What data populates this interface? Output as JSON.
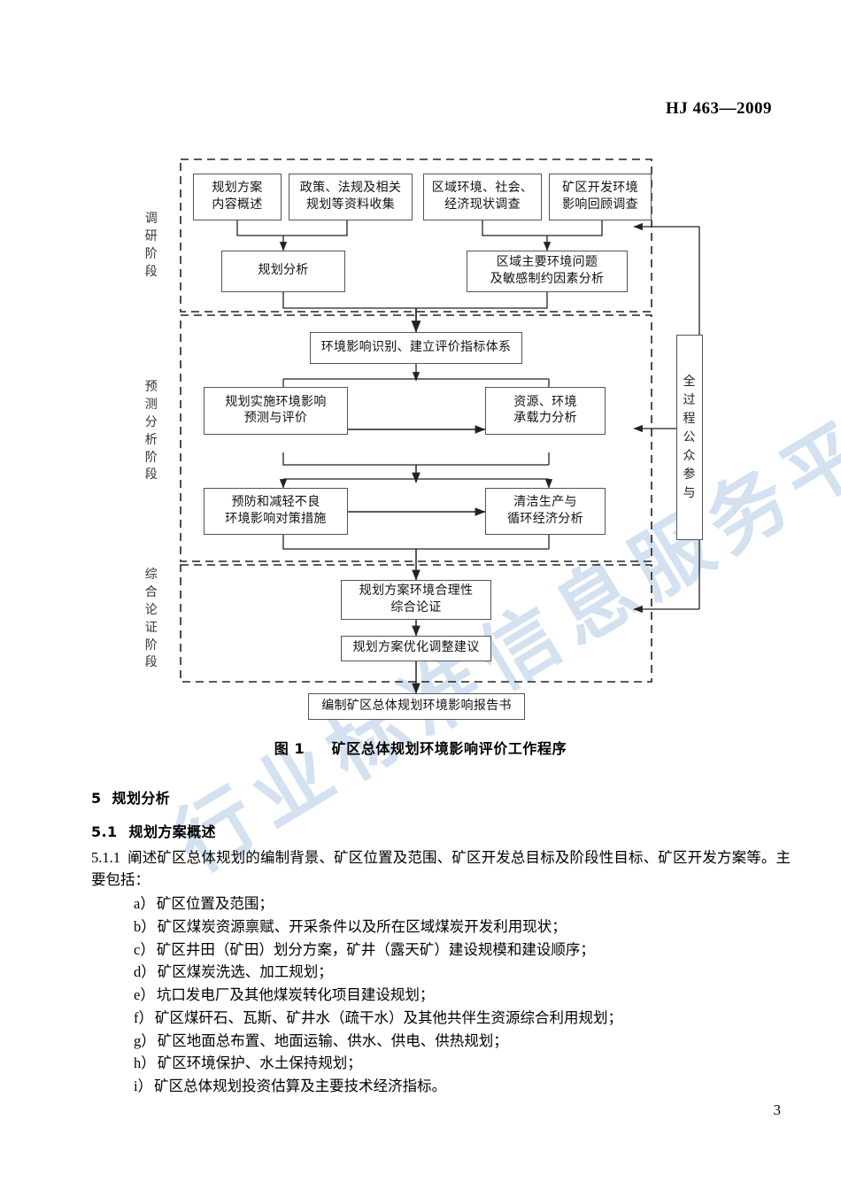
{
  "header": {
    "standard_code": "HJ 463—2009"
  },
  "watermark": {
    "text": "行业标准信息服务平台"
  },
  "page": {
    "number": "3"
  },
  "figure": {
    "caption_label": "图 1",
    "caption_title": "矿区总体规划环境影响评价工作程序",
    "stages": [
      {
        "id": "survey",
        "label": "调研阶段"
      },
      {
        "id": "prediction",
        "label": "预测分析阶段"
      },
      {
        "id": "comprehensive",
        "label": "综合论证阶段"
      }
    ],
    "side_box": {
      "label": "全过程公众参与"
    },
    "nodes": [
      {
        "id": "n1",
        "line1": "规划方案",
        "line2": "内容概述"
      },
      {
        "id": "n2",
        "line1": "政策、法规及相关",
        "line2": "规划等资料收集"
      },
      {
        "id": "n3",
        "line1": "区域环境、社会、",
        "line2": "经济现状调查"
      },
      {
        "id": "n4",
        "line1": "矿区开发环境",
        "line2": "影响回顾调查"
      },
      {
        "id": "n5",
        "line1": "规划分析",
        "line2": ""
      },
      {
        "id": "n6",
        "line1": "区域主要环境问题",
        "line2": "及敏感制约因素分析"
      },
      {
        "id": "n7",
        "line1": "环境影响识别、建立评价指标体系",
        "line2": ""
      },
      {
        "id": "n8",
        "line1": "规划实施环境影响",
        "line2": "预测与评价"
      },
      {
        "id": "n9",
        "line1": "资源、环境",
        "line2": "承载力分析"
      },
      {
        "id": "n10",
        "line1": "预防和减轻不良",
        "line2": "环境影响对策措施"
      },
      {
        "id": "n11",
        "line1": "清洁生产与",
        "line2": "循环经济分析"
      },
      {
        "id": "n12",
        "line1": "规划方案环境合理性",
        "line2": "综合论证"
      },
      {
        "id": "n13",
        "line1": "规划方案优化调整建议",
        "line2": ""
      },
      {
        "id": "n14",
        "line1": "编制矿区总体规划环境影响报告书",
        "line2": ""
      }
    ]
  },
  "content": {
    "section5": {
      "num": "5",
      "title": "规划分析"
    },
    "section51": {
      "num": "5.1",
      "title": "规划方案概述"
    },
    "clause511": {
      "num": "5.1.1",
      "text": "阐述矿区总体规划的编制背景、矿区位置及范围、矿区开发总目标及阶段性目标、矿区开发方案等。主要包括："
    },
    "items": [
      {
        "marker": "a）",
        "text": "矿区位置及范围；"
      },
      {
        "marker": "b）",
        "text": "矿区煤炭资源禀赋、开采条件以及所在区域煤炭开发利用现状；"
      },
      {
        "marker": "c）",
        "text": "矿区井田（矿田）划分方案，矿井（露天矿）建设规模和建设顺序；"
      },
      {
        "marker": "d）",
        "text": "矿区煤炭洗选、加工规划；"
      },
      {
        "marker": "e）",
        "text": "坑口发电厂及其他煤炭转化项目建设规划；"
      },
      {
        "marker": "f）",
        "text": "矿区煤矸石、瓦斯、矿井水（疏干水）及其他共伴生资源综合利用规划；"
      },
      {
        "marker": "g）",
        "text": "矿区地面总布置、地面运输、供水、供电、供热规划；"
      },
      {
        "marker": "h）",
        "text": "矿区环境保护、水土保持规划；"
      },
      {
        "marker": "i）",
        "text": "矿区总体规划投资估算及主要技术经济指标。"
      }
    ]
  }
}
